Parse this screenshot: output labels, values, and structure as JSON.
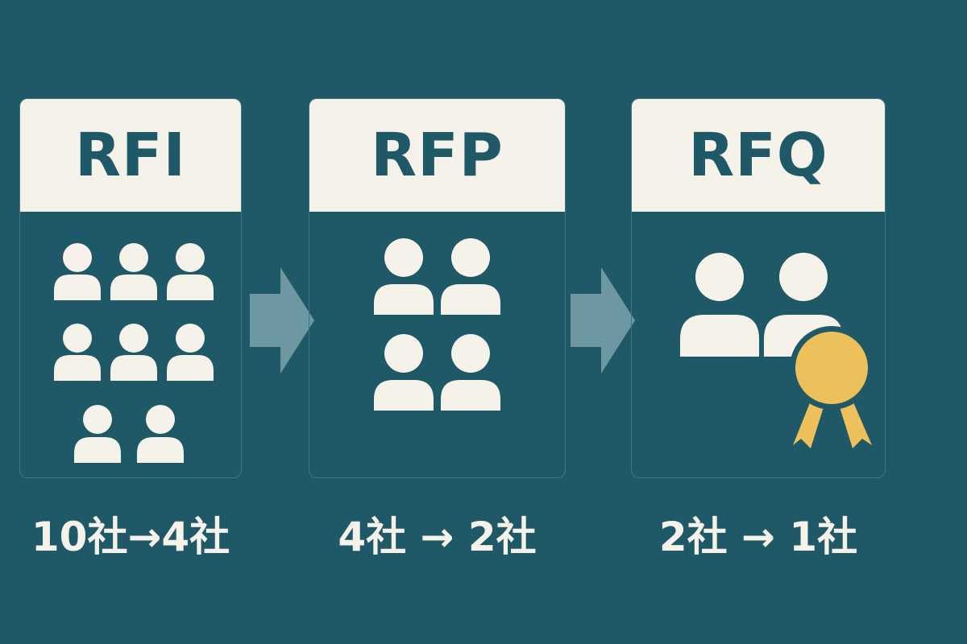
{
  "stages": [
    {
      "label": "RFI",
      "caption": "10社→4社",
      "people_icons": 8
    },
    {
      "label": "RFP",
      "caption": "4社 → 2社",
      "people_icons": 4
    },
    {
      "label": "RFQ",
      "caption": "2社 → 1社",
      "people_icons": 2,
      "badge": "award-ribbon"
    }
  ],
  "colors": {
    "background": "#1f5866",
    "card_header": "#f5f2ea",
    "icon_fill": "#f5f2ea",
    "arrow": "#6d98a1",
    "award": "#ecc05a"
  }
}
